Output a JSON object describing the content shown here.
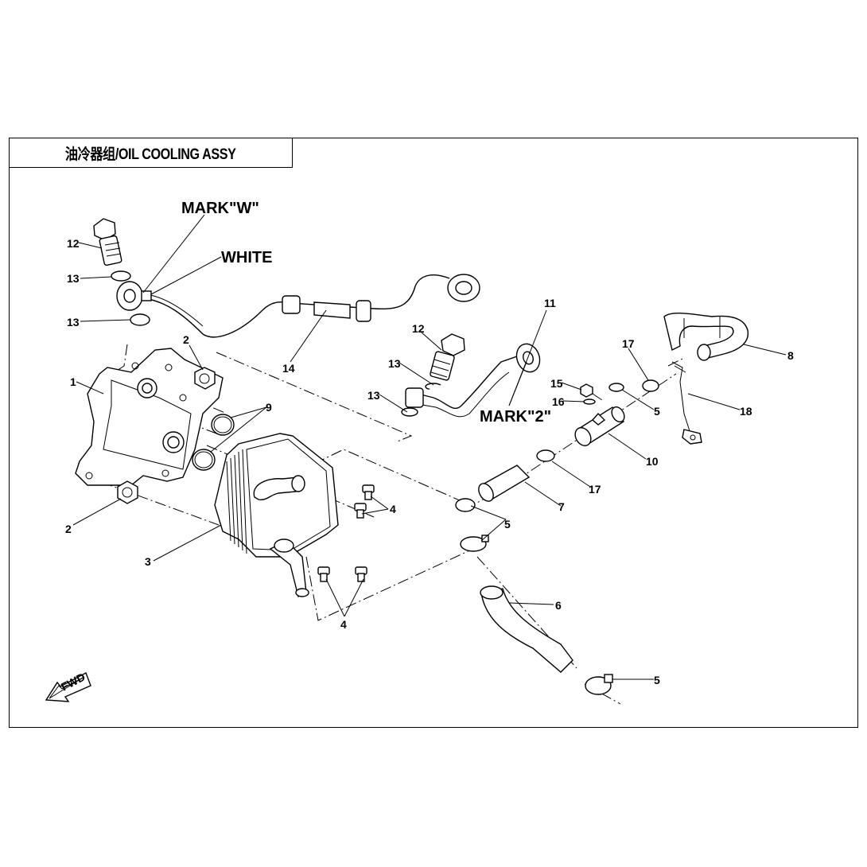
{
  "title": "油冷器组/OIL COOLING ASSY",
  "marks": {
    "mark_w": "MARK\"W\"",
    "white": "WHITE",
    "mark_2": "MARK\"2\""
  },
  "callouts": {
    "c1": "1",
    "c2a": "2",
    "c2b": "2",
    "c3": "3",
    "c4a": "4",
    "c4b": "4",
    "c5a": "5",
    "c5b": "5",
    "c5c": "5",
    "c6": "6",
    "c7": "7",
    "c8": "8",
    "c9": "9",
    "c10": "10",
    "c11": "11",
    "c12a": "12",
    "c12b": "12",
    "c13a": "13",
    "c13b": "13",
    "c13c": "13",
    "c13d": "13",
    "c14": "14",
    "c15": "15",
    "c16": "16",
    "c17a": "17",
    "c17b": "17",
    "c18": "18"
  },
  "fwd": "FWD",
  "icons": {
    "fwd_arrow": "fwd-arrow-icon"
  }
}
